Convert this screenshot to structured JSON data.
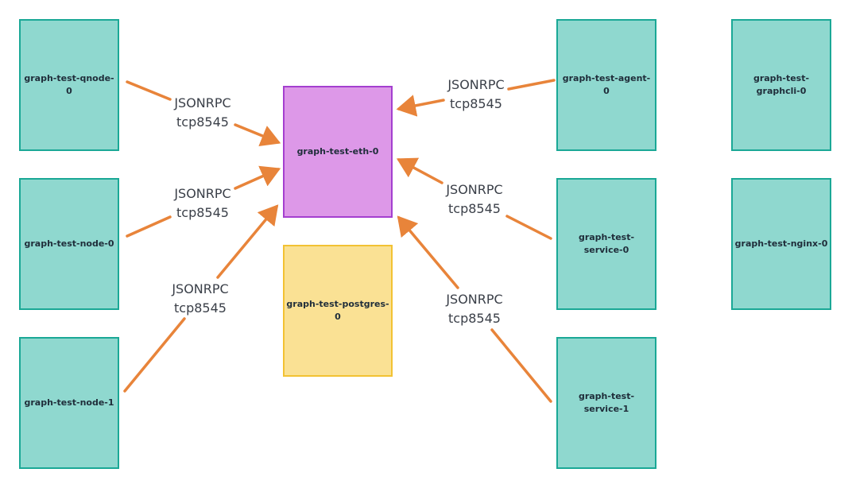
{
  "nodes": {
    "qnode0": "graph-test-qnode-0",
    "node0": "graph-test-node-0",
    "node1": "graph-test-node-1",
    "eth0": "graph-test-eth-0",
    "postgres0": "graph-test-postgres-0",
    "agent0": "graph-test-agent-0",
    "service0": "graph-test-service-0",
    "service1": "graph-test-service-1",
    "graphcli0": "graph-test-graphcli-0",
    "nginx0": "graph-test-nginx-0"
  },
  "edges": [
    {
      "protocol": "JSONRPC",
      "port": "tcp8545"
    },
    {
      "protocol": "JSONRPC",
      "port": "tcp8545"
    },
    {
      "protocol": "JSONRPC",
      "port": "tcp8545"
    },
    {
      "protocol": "JSONRPC",
      "port": "tcp8545"
    },
    {
      "protocol": "JSONRPC",
      "port": "tcp8545"
    },
    {
      "protocol": "JSONRPC",
      "port": "tcp8545"
    }
  ],
  "colors": {
    "client_fill": "#8fd8cf",
    "client_border": "#1aa896",
    "eth_fill": "#dd98e8",
    "eth_border": "#a43fcf",
    "postgres_fill": "#fae194",
    "postgres_border": "#f2c233",
    "edge": "#e8843a"
  }
}
